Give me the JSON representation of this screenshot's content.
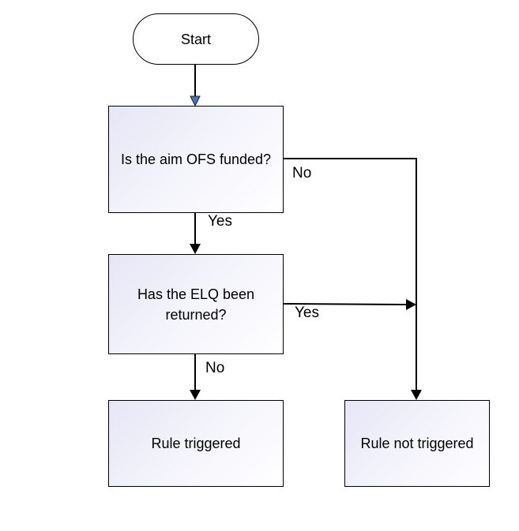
{
  "diagram": {
    "nodes": {
      "start": "Start",
      "aim_funded": "Is the aim OFS funded?",
      "elq_returned": "Has the ELQ been returned?",
      "rule_triggered": "Rule triggered",
      "rule_not_triggered": "Rule not triggered"
    },
    "edges": {
      "aim_no": "No",
      "aim_yes": "Yes",
      "elq_yes": "Yes",
      "elq_no": "No"
    },
    "colors": {
      "line": "#000000",
      "first_arrowhead": "#4472c4",
      "box_fill_start": "#e6e6f6",
      "box_fill_end": "#ffffff"
    }
  }
}
